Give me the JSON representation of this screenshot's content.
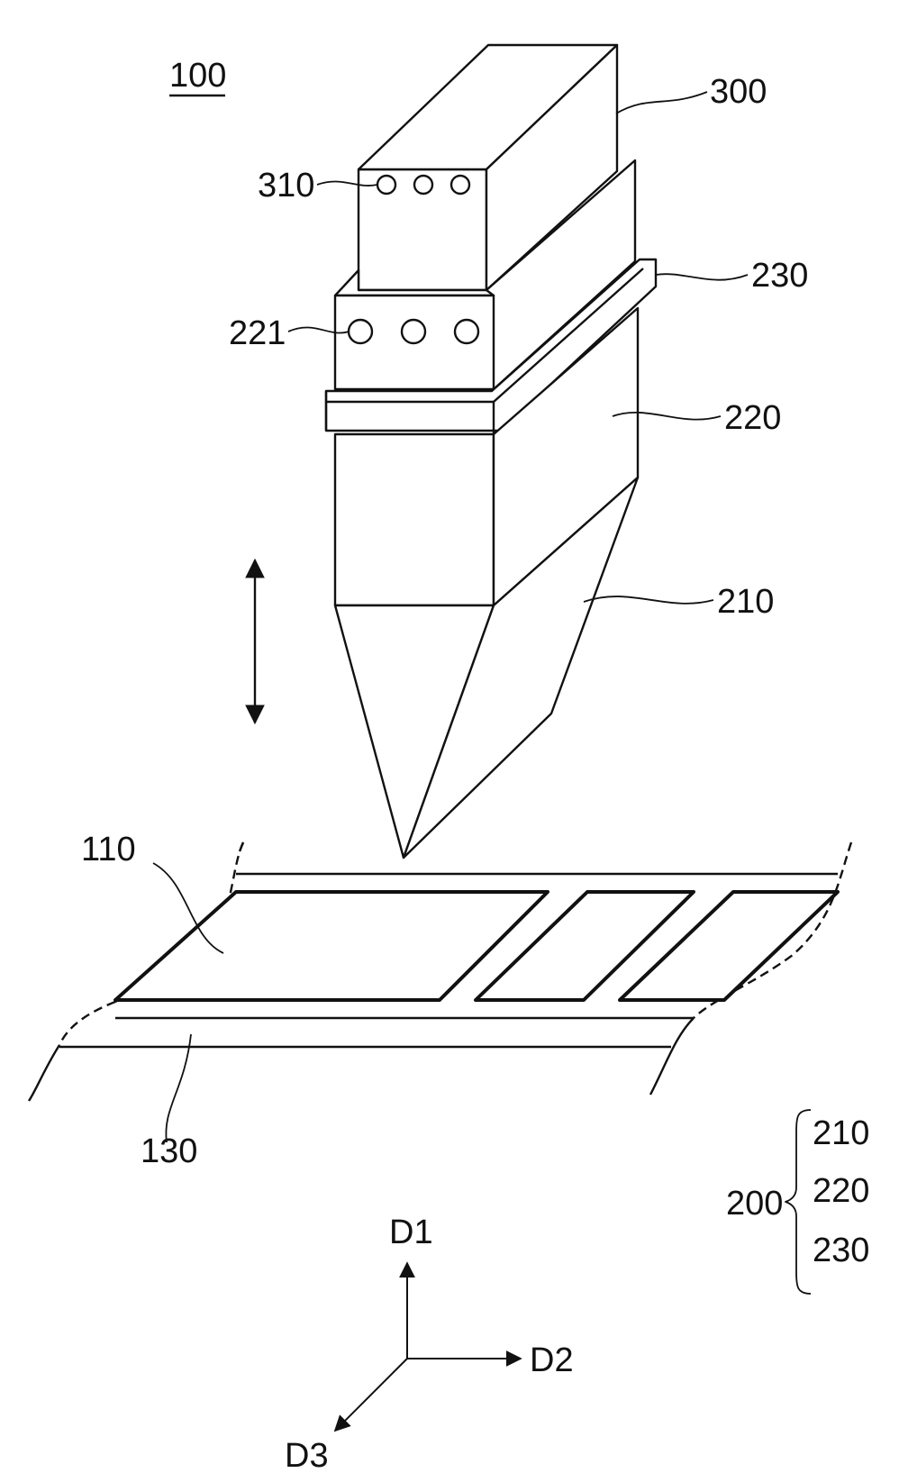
{
  "figure": {
    "device_label": "100",
    "labels": {
      "head_top": "300",
      "head_top_holes": "310",
      "flange": "230",
      "body_holes": "221",
      "body": "220",
      "tip": "210",
      "sheet_pattern": "110",
      "sheet_line": "130"
    },
    "group": {
      "name": "200",
      "members": [
        "210",
        "220",
        "230"
      ]
    },
    "axes": {
      "up": "D1",
      "right": "D2",
      "diag": "D3"
    },
    "colors": {
      "stroke": "#111111",
      "background": "#ffffff"
    }
  }
}
